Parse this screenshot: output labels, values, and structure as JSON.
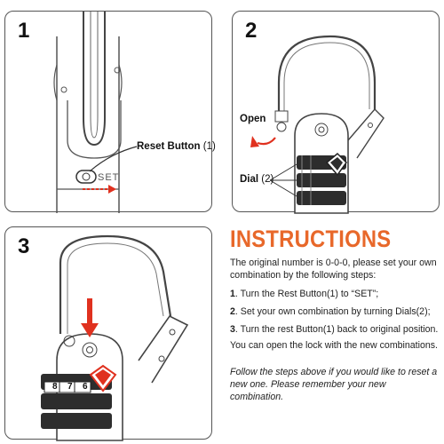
{
  "panels": {
    "step1": {
      "number": "1",
      "reset_label": "Reset Button",
      "reset_num": "(1)",
      "set_text": "SET"
    },
    "step2": {
      "number": "2",
      "open_label": "Open",
      "dial_label": "Dial",
      "dial_num": "(2)"
    },
    "step3": {
      "number": "3",
      "dial_digits": [
        "8",
        "7",
        "6"
      ]
    }
  },
  "instructions": {
    "title": "INSTRUCTIONS",
    "intro": "The original number is 0-0-0, please set your own combination by the following steps:",
    "steps": [
      {
        "num": "1",
        "text": ". Turn the Rest Button(1) to “SET”;"
      },
      {
        "num": "2",
        "text": ". Set your own combination by turning Dials(2);"
      },
      {
        "num": "3",
        "text": ". Turn the rest Button(1) back to original position."
      }
    ],
    "after": "You can open the lock with the new combinations.",
    "note": "Follow the steps above if you would like to reset a new one. Please remember your new combination."
  },
  "colors": {
    "accent": "#e8682a",
    "arrow_red": "#e0311f",
    "outline": "#555555"
  }
}
